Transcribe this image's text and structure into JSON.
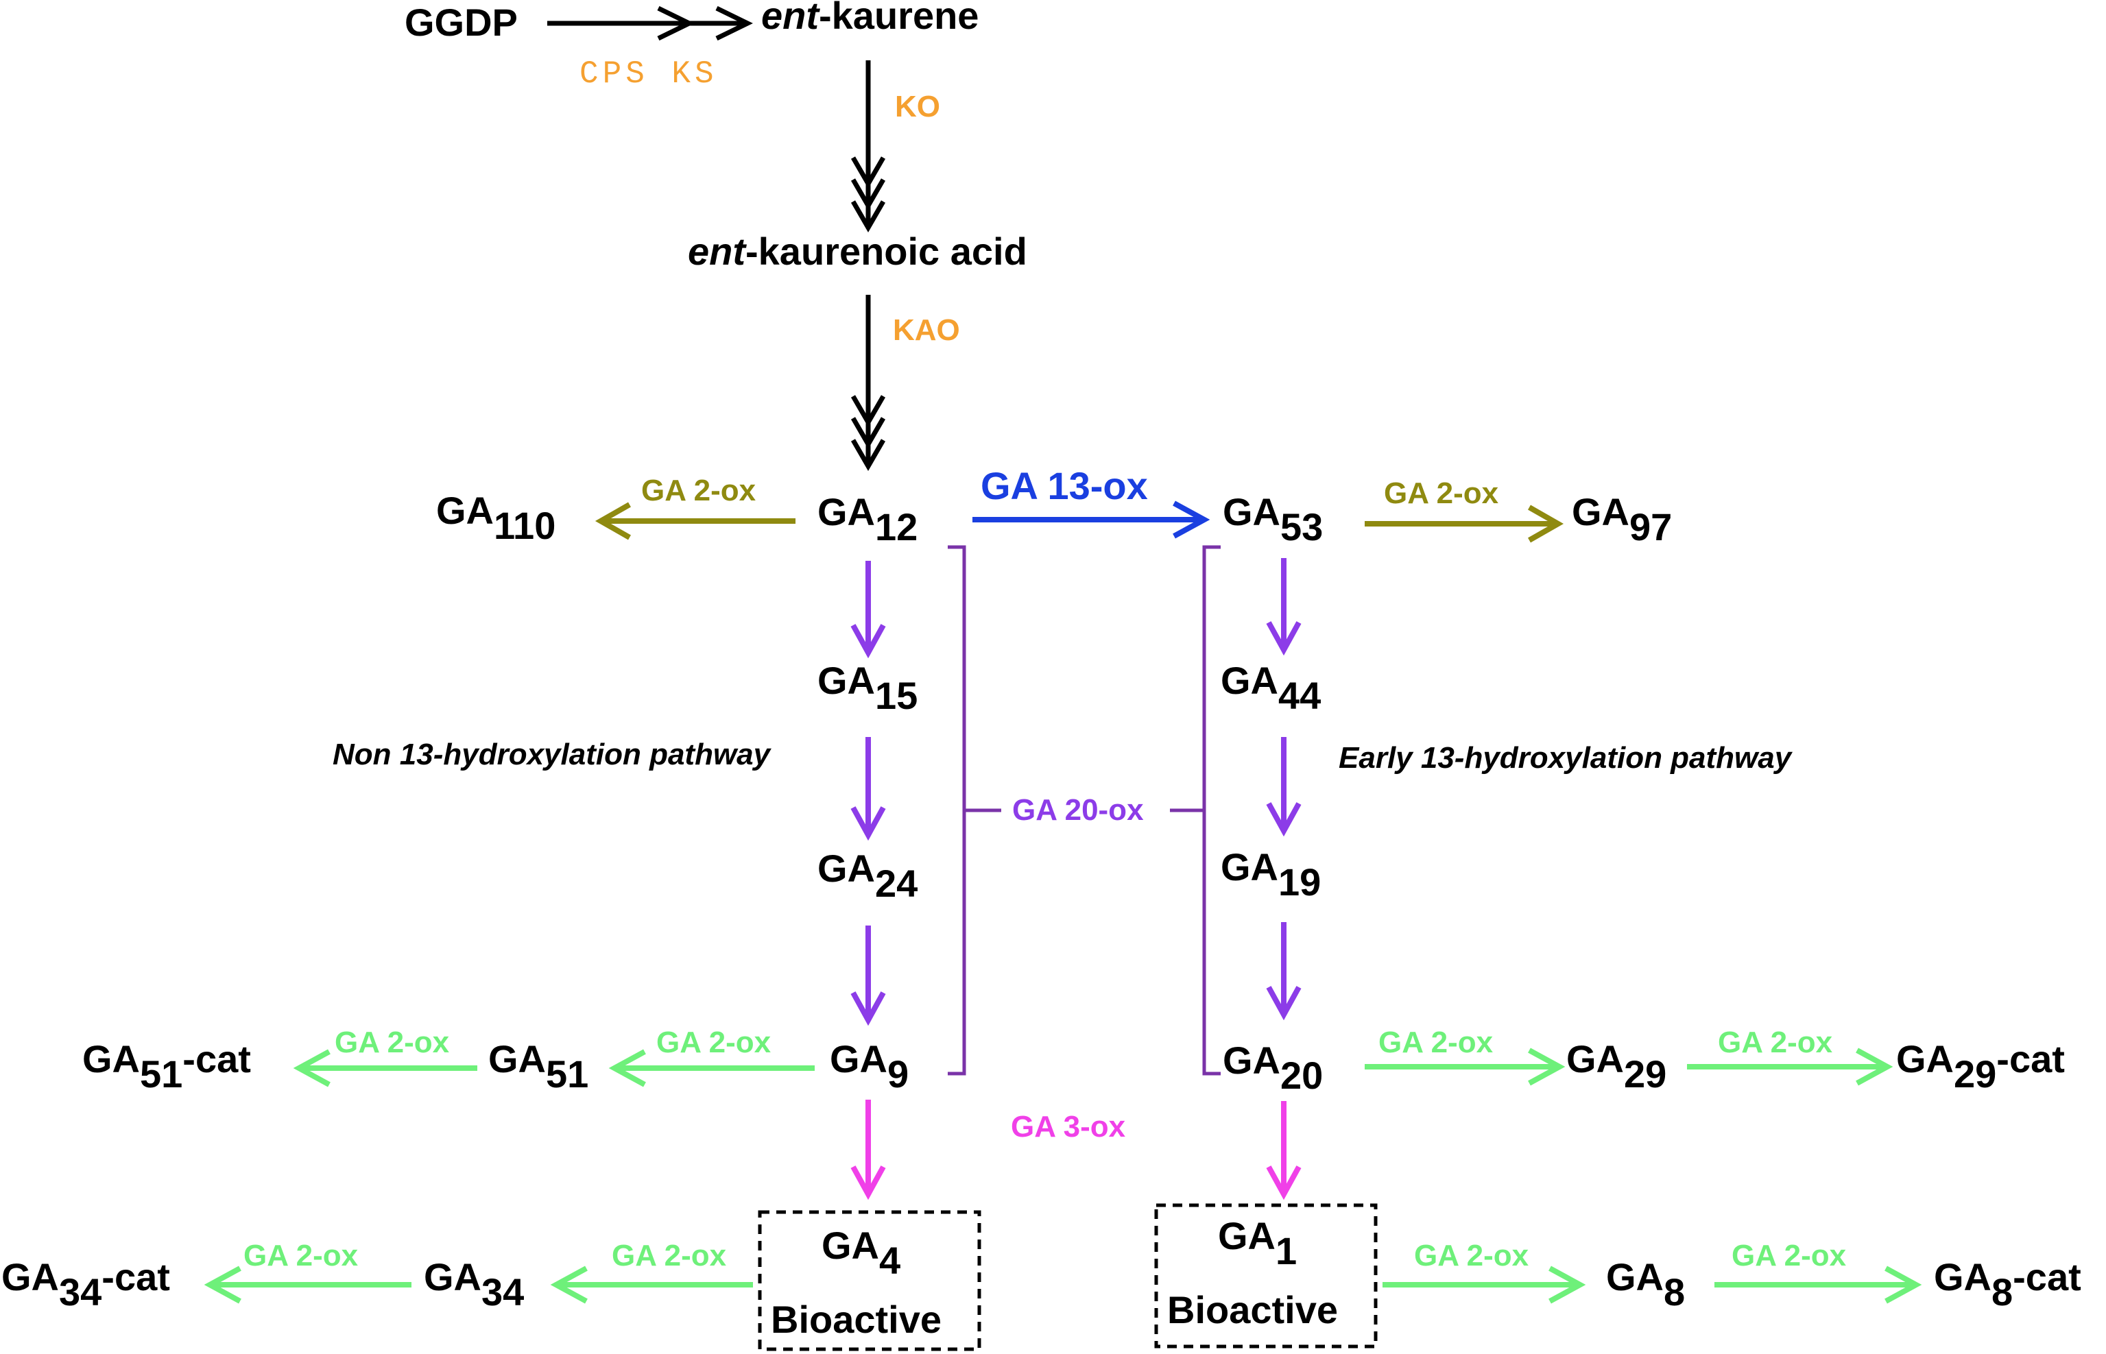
{
  "colors": {
    "black": "#000000",
    "orange": "#f5a030",
    "olive": "#8f8a10",
    "blue": "#1a3fe0",
    "purple": "#8c3ce8",
    "bracket": "#7a33a8",
    "green": "#6ef07a",
    "magenta": "#f040e8"
  },
  "nodes": {
    "ggdp": "GGDP",
    "ent_kaurene_prefix": "ent",
    "ent_kaurene_suffix": "-kaurene",
    "ent_kaurenoic_prefix": "ent",
    "ent_kaurenoic_suffix": "-kaurenoic acid",
    "ga12": {
      "base": "GA",
      "sub": "12"
    },
    "ga110": {
      "base": "GA",
      "sub": "110"
    },
    "ga53": {
      "base": "GA",
      "sub": "53"
    },
    "ga97": {
      "base": "GA",
      "sub": "97"
    },
    "ga15": {
      "base": "GA",
      "sub": "15"
    },
    "ga24": {
      "base": "GA",
      "sub": "24"
    },
    "ga9": {
      "base": "GA",
      "sub": "9"
    },
    "ga44": {
      "base": "GA",
      "sub": "44"
    },
    "ga19": {
      "base": "GA",
      "sub": "19"
    },
    "ga20": {
      "base": "GA",
      "sub": "20"
    },
    "ga51": {
      "base": "GA",
      "sub": "51"
    },
    "ga51cat": {
      "base": "GA",
      "sub": "51",
      "suffix": "-cat"
    },
    "ga29": {
      "base": "GA",
      "sub": "29"
    },
    "ga29cat": {
      "base": "GA",
      "sub": "29",
      "suffix": "-cat"
    },
    "ga4": {
      "base": "GA",
      "sub": "4",
      "note": "Bioactive"
    },
    "ga1": {
      "base": "GA",
      "sub": "1",
      "note": "Bioactive"
    },
    "ga34": {
      "base": "GA",
      "sub": "34"
    },
    "ga34cat": {
      "base": "GA",
      "sub": "34",
      "suffix": "-cat"
    },
    "ga8": {
      "base": "GA",
      "sub": "8"
    },
    "ga8cat": {
      "base": "GA",
      "sub": "8",
      "suffix": "-cat"
    }
  },
  "enzymes": {
    "cps_ks": "CPS KS",
    "ko": "KO",
    "kao": "KAO",
    "ga2ox_ga110": "GA 2-ox",
    "ga13ox": "GA 13-ox",
    "ga2ox_ga97": "GA 2-ox",
    "ga20ox": "GA 20-ox",
    "ga3ox": "GA 3-ox",
    "ga2ox_ga51": "GA 2-ox",
    "ga2ox_ga51cat": "GA 2-ox",
    "ga2ox_ga29": "GA 2-ox",
    "ga2ox_ga29cat": "GA 2-ox",
    "ga2ox_ga34": "GA 2-ox",
    "ga2ox_ga34cat": "GA 2-ox",
    "ga2ox_ga8": "GA 2-ox",
    "ga2ox_ga8cat": "GA 2-ox"
  },
  "pathways": {
    "non13": "Non 13-hydroxylation pathway",
    "early13": "Early 13-hydroxylation pathway"
  }
}
